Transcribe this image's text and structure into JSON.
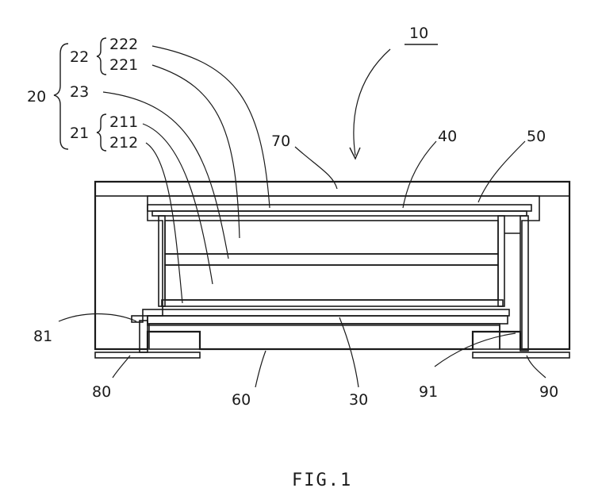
{
  "labels": {
    "device": "10",
    "electrode_assembly": "20",
    "first_group": "22",
    "layer_222": "222",
    "layer_221": "221",
    "separator": "23",
    "second_group": "21",
    "layer_211": "211",
    "layer_212": "212",
    "lid": "70",
    "layer_40": "40",
    "layer_50": "50",
    "layer_81": "81",
    "terminal_80": "80",
    "base_60": "60",
    "layer_30": "30",
    "via_91": "91",
    "terminal_90": "90"
  },
  "caption": "FIG.1"
}
